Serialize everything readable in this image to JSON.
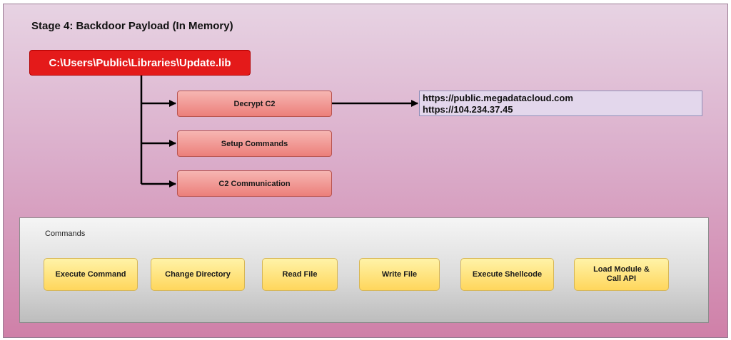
{
  "diagram": {
    "title": "Stage 4: Backdoor Payload (In Memory)",
    "source_path": "C:\\Users\\Public\\Libraries\\Update.lib",
    "steps": [
      {
        "label": "Decrypt C2"
      },
      {
        "label": "Setup Commands"
      },
      {
        "label": "C2 Communication"
      }
    ],
    "c2_servers": [
      "https://public.megadatacloud.com",
      "https://104.234.37.45"
    ],
    "commands": {
      "label": "Commands",
      "items": [
        {
          "line1": "Execute Command",
          "line2": ""
        },
        {
          "line1": "Change Directory",
          "line2": ""
        },
        {
          "line1": "Read File",
          "line2": ""
        },
        {
          "line1": "Write File",
          "line2": ""
        },
        {
          "line1": "Execute Shellcode",
          "line2": ""
        },
        {
          "line1": "Load Module &",
          "line2": "Call API"
        }
      ]
    },
    "colors": {
      "source_box": "#e41a1a",
      "step_box": "#ec7f7a",
      "c2_box": "#e3d7ec",
      "command_box": "#ffd65c"
    }
  }
}
